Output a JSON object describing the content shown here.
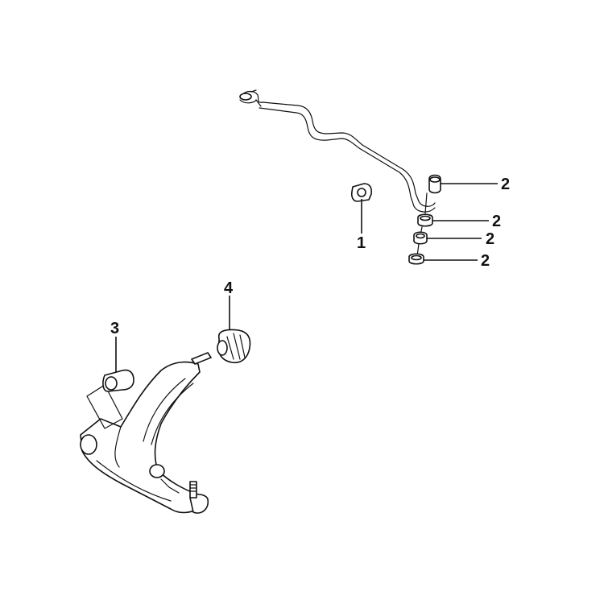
{
  "callouts": {
    "c1": "1",
    "c2a": "2",
    "c2b": "2",
    "c2c": "2",
    "c2d": "2",
    "c3": "3",
    "c4": "4"
  }
}
